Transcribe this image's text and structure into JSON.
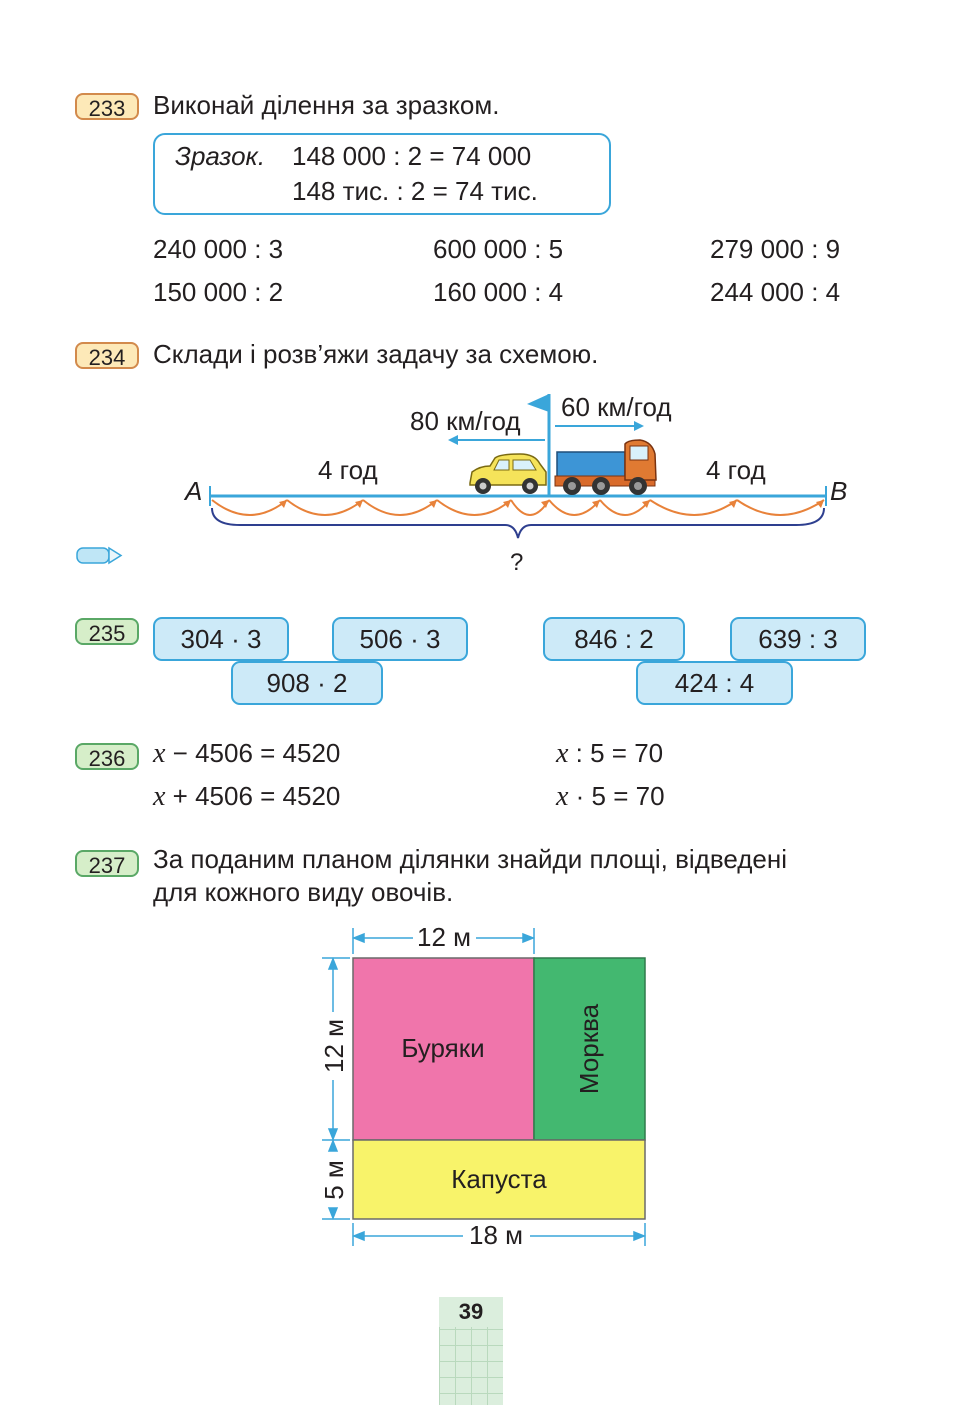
{
  "t233": {
    "number": "233",
    "text": "Виконай ділення за зразком.",
    "sample_label": "Зразок.",
    "sample_line1": "148 000 : 2 = 74 000",
    "sample_line2": "148 тис. : 2 = 74 тис.",
    "exercises": [
      "240 000 : 3",
      "600 000 : 5",
      "279 000 : 9",
      "150 000 : 2",
      "160 000 : 4",
      "244 000 : 4"
    ]
  },
  "t234": {
    "number": "234",
    "text": "Склади і розв’яжи задачу за схемою.",
    "speed_car": "80 км/год",
    "speed_truck": "60 км/год",
    "time_left": "4 год",
    "time_right": "4 год",
    "point_a": "A",
    "point_b": "B",
    "question": "?"
  },
  "t235": {
    "number": "235",
    "items": [
      "304 · 3",
      "506 · 3",
      "908 · 2",
      "846 : 2",
      "639 : 3",
      "424 : 4"
    ]
  },
  "t236": {
    "number": "236",
    "eq1_var": "x",
    "eq1_rest": " − 4506 = 4520",
    "eq2_var": "x",
    "eq2_rest": " + 4506 = 4520",
    "eq3_var": "x",
    "eq3_rest": " : 5 = 70",
    "eq4_var": "x",
    "eq4_rest": " · 5 = 70"
  },
  "t237": {
    "number": "237",
    "line1": "За поданим планом ділянки знайди площі, відведені",
    "line2": "для кожного виду овочів.",
    "top_dim": "12 м",
    "left_dim": "12 м",
    "left_small_dim": "5 м",
    "bottom_dim": "18 м",
    "beets": "Буряки",
    "carrot": "Морква",
    "cabbage": "Капуста"
  },
  "colors": {
    "beets": "#f075ab",
    "carrot": "#43b870",
    "cabbage": "#f8f36a",
    "line": "#3aa6da",
    "arc": "#e8823a",
    "brace": "#2e3f8f"
  },
  "page": {
    "number": "39"
  }
}
